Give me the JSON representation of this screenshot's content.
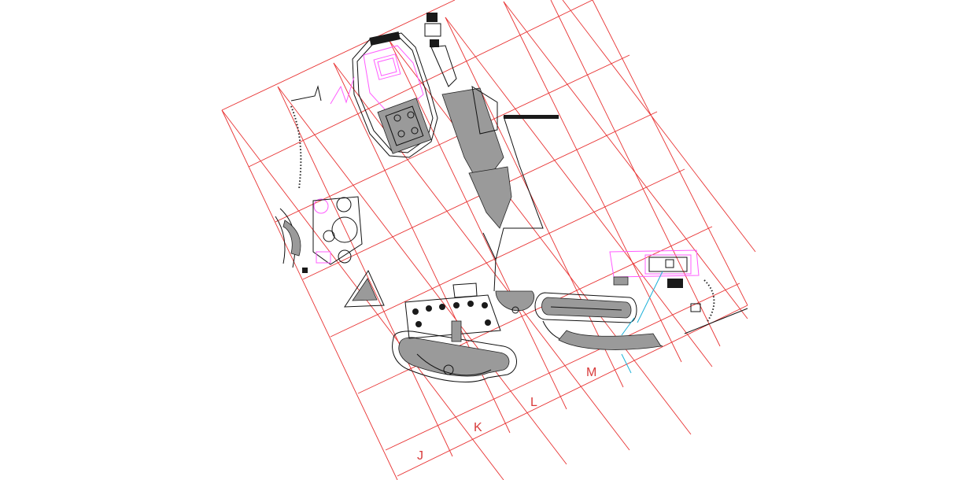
{
  "grid": {
    "labels": [
      "J",
      "K",
      "L",
      "M"
    ]
  },
  "colors": {
    "grid": "#e83232",
    "linework": "#111111",
    "highlight": "#ff5cff",
    "axis": "#1ab0d8",
    "fill": "#9a9a9a"
  }
}
